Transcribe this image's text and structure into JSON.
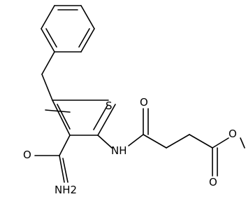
{
  "molecule": {
    "atoms": {
      "sulfur": "S",
      "amide_nh": "NH",
      "carbamoyl_nh2": "NH2",
      "carbamoyl_o": "O",
      "keto_o": "O",
      "ester_carbonyl_o": "O",
      "ester_o": "O"
    }
  },
  "colors": {
    "bond": "#000000",
    "label": "#000000",
    "background": "#ffffff"
  }
}
